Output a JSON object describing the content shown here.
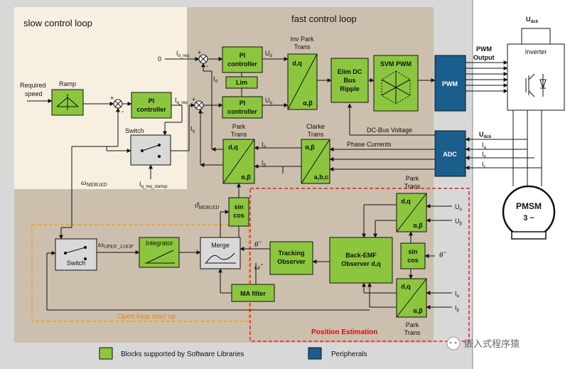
{
  "regions": {
    "slow": "slow control loop",
    "fast": "fast control loop",
    "open_loop": "Open loop start up",
    "position": "Position Estimation"
  },
  "inputs": {
    "required_speed_1": "Required",
    "required_speed_2": "speed",
    "zero": "0",
    "id_req": "I",
    "id_req_sub": "d_req",
    "iq_req": "I",
    "iq_req_sub": "q_req",
    "iq_startup": "I",
    "iq_startup_sub": "q_req_startup"
  },
  "blocks": {
    "ramp": "Ramp",
    "pi_speed": [
      "PI",
      "controller"
    ],
    "pi_d": [
      "PI",
      "controller"
    ],
    "pi_q": [
      "PI",
      "controller"
    ],
    "lim": "Lim",
    "switch_top": "Switch",
    "inv_park_title": [
      "Inv Park",
      "Trans"
    ],
    "inv_park_in": "d,q",
    "inv_park_out": "α,β",
    "elim_dc": [
      "Elim DC",
      "Bus",
      "Ripple"
    ],
    "svm_pwm": "SVM PWM",
    "pwm": "PWM",
    "adc": "ADC",
    "park_title": [
      "Park",
      "Trans"
    ],
    "park_top": "d,q",
    "park_bottom": "α,β",
    "clarke_title": [
      "Clarke",
      "Trans"
    ],
    "clarke_top": "α,β",
    "clarke_bottom": "a,b,c",
    "sincos_1": [
      "sin",
      "cos"
    ],
    "integrator": "Integrator",
    "merge": "Merge",
    "switch_bottom": "Switch",
    "tracking": [
      "Tracking",
      "Observer"
    ],
    "backemf": [
      "Back-EMF",
      "Observer d,q"
    ],
    "ma_filter": "MA filter",
    "sincos_2": [
      "sin",
      "cos"
    ],
    "park_top_right": "d,q",
    "park_bottom_right": "α,β",
    "park2_top": "d,q",
    "park2_bottom": "α,β",
    "park_label_top": [
      "Park",
      "Trans"
    ],
    "park_label_bottom": [
      "Park",
      "Trans"
    ],
    "inverter": "Inverter",
    "pmsm": [
      "PMSM",
      "3 ~"
    ]
  },
  "signals": {
    "ud": "U",
    "ud_sub": "d",
    "uq": "U",
    "uq_sub": "q",
    "id": "I",
    "id_sub": "d",
    "iq": "I",
    "iq_sub": "q",
    "ialpha": "I",
    "ialpha_sub": "α",
    "ibeta": "I",
    "ibeta_sub": "β",
    "dc_bus_voltage": "DC-Bus Voltage",
    "phase_currents": "Phase Currents",
    "pwm_output": [
      "PWM",
      "Output"
    ],
    "udcb_top": "U",
    "udcb_top_sub": "dcb",
    "udcb_adc": "U",
    "udcb_adc_sub": "dcb",
    "ia": "I",
    "ia_sub": "a",
    "ib": "I",
    "ib_sub": "b",
    "ic": "I",
    "ic_sub": "c",
    "omega_merged": "ω",
    "omega_merged_sub": "MERGED",
    "theta_merged": "ϑ",
    "theta_merged_sub": "MERGED",
    "omega_open": "ω",
    "omega_open_sub": "OPEN _LOOP",
    "theta_hat": "θ̂",
    "omega_hat": "ω̂",
    "theta_hat_right": "θ̂",
    "u_alpha": "U",
    "u_alpha_sub": "α",
    "u_beta": "U",
    "u_beta_sub": "β",
    "i_alpha_r": "I",
    "i_alpha_r_sub": "α",
    "i_beta_r": "I",
    "i_beta_r_sub": "β",
    "plus": "+",
    "minus": "-"
  },
  "legend": {
    "green": "Blocks supported by Software Libraries",
    "blue": "Peripherals"
  },
  "watermark": "嵌入式程序猿",
  "colors": {
    "green": "#8cc63f",
    "blue": "#1a5e8e",
    "slow_bg": "#f7efe0",
    "fast_bg": "#cdbfae",
    "panel_bg": "#d8d8d8",
    "orange": "#f0a020",
    "red": "#e02020"
  }
}
